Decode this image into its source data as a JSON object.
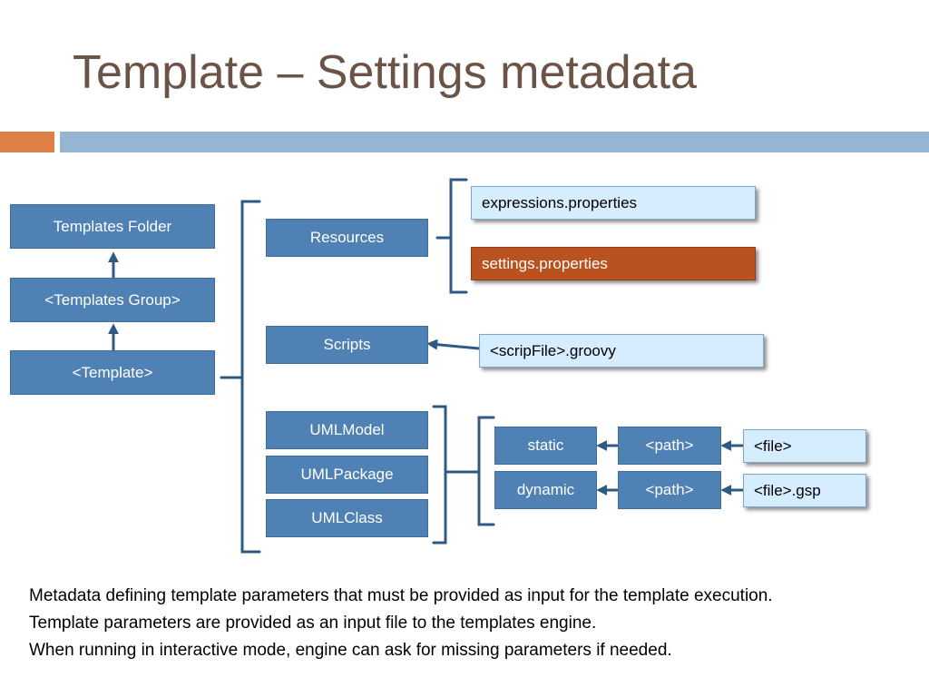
{
  "title": "Template – Settings metadata",
  "hierarchy": {
    "templates_folder": "Templates Folder",
    "templates_group": "<Templates Group>",
    "template": "<Template>"
  },
  "sections": {
    "resources": "Resources",
    "scripts": "Scripts",
    "uml_model": "UMLModel",
    "uml_package": "UMLPackage",
    "uml_class": "UMLClass"
  },
  "files": {
    "expressions": "expressions.properties",
    "settings": "settings.properties",
    "script_file": "<scripFile>.groovy"
  },
  "generation": {
    "static": "static",
    "dynamic": "dynamic",
    "path_static": "<path>",
    "path_dynamic": "<path>",
    "file_static": "<file>",
    "file_dynamic": "<file>.gsp"
  },
  "caption": {
    "line1": "Metadata defining template parameters that must be provided as input for the template execution.",
    "line2": "Template parameters are provided as an input file to the templates engine.",
    "line3": "When running in interactive mode, engine can ask for missing parameters if needed."
  },
  "colors": {
    "title": "#6b5346",
    "accent_orange": "#dd8047",
    "accent_blue": "#94b6d2",
    "box_dark": "#4f81b4",
    "box_light": "#d6ecff",
    "box_highlight": "#b9521f",
    "connector": "#2e5a84"
  }
}
